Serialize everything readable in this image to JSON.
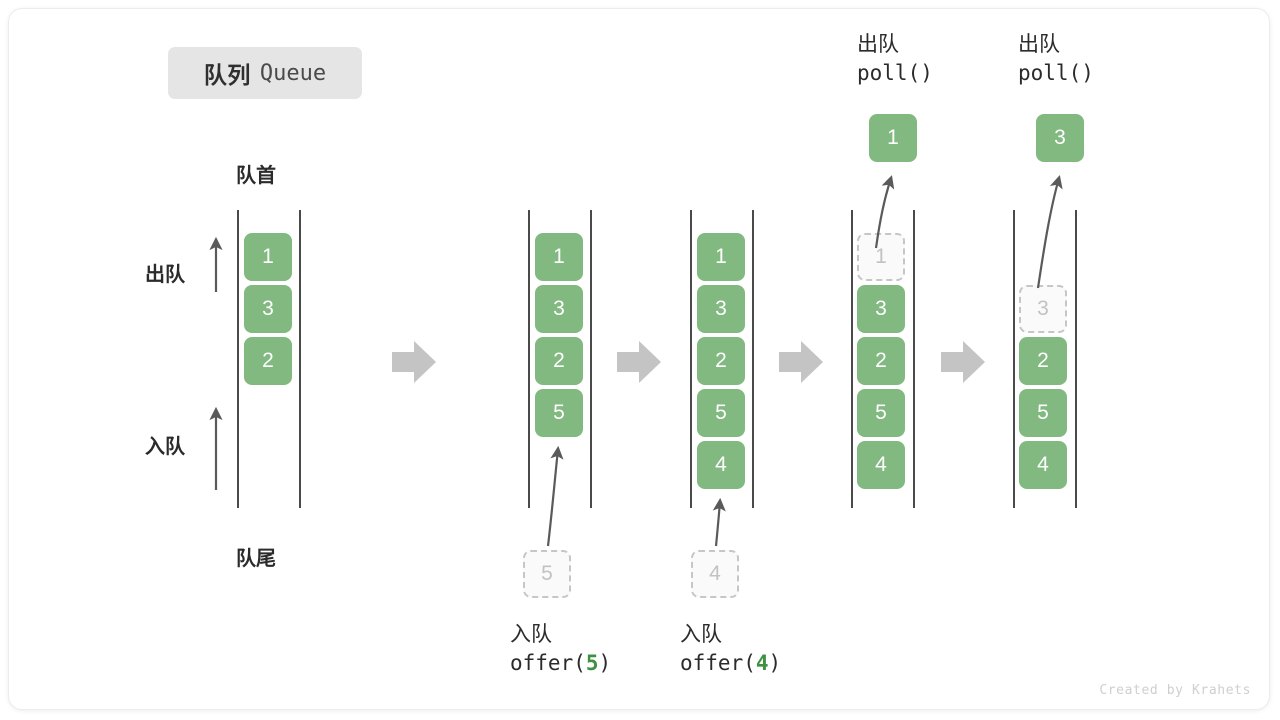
{
  "title": {
    "cn": "队列",
    "en": "Queue"
  },
  "captions": {
    "head": "队首",
    "tail": "队尾"
  },
  "side_labels": {
    "dequeue": "出队",
    "enqueue": "入队"
  },
  "credit": "Created by Krahets",
  "colors": {
    "cell_fill": "#81b981",
    "cell_text": "#ffffff",
    "ghost_fill": "#fafafa",
    "ghost_border": "#c6c6c6",
    "ghost_text": "#c2c2c2",
    "rail": "#4a4a4a",
    "arrow": "#5a5a5a",
    "step_arrow": "#c4c4c4",
    "badge_bg": "#e5e5e5",
    "accent_green": "#3f9142"
  },
  "columns": [
    {
      "id": "col-initial",
      "cells": [
        {
          "value": "1",
          "state": "filled"
        },
        {
          "value": "3",
          "state": "filled"
        },
        {
          "value": "2",
          "state": "filled"
        }
      ],
      "popped": null,
      "pop_label": null,
      "pushed": null,
      "push_label": null
    },
    {
      "id": "col-offer-5",
      "cells": [
        {
          "value": "1",
          "state": "filled"
        },
        {
          "value": "3",
          "state": "filled"
        },
        {
          "value": "2",
          "state": "filled"
        },
        {
          "value": "5",
          "state": "filled"
        }
      ],
      "popped": null,
      "pop_label": null,
      "pushed": {
        "value": "5"
      },
      "push_label": {
        "cn": "入队",
        "code_prefix": "offer(",
        "code_num": "5",
        "code_suffix": ")"
      }
    },
    {
      "id": "col-offer-4",
      "cells": [
        {
          "value": "1",
          "state": "filled"
        },
        {
          "value": "3",
          "state": "filled"
        },
        {
          "value": "2",
          "state": "filled"
        },
        {
          "value": "5",
          "state": "filled"
        },
        {
          "value": "4",
          "state": "filled"
        }
      ],
      "popped": null,
      "pop_label": null,
      "pushed": {
        "value": "4"
      },
      "push_label": {
        "cn": "入队",
        "code_prefix": "offer(",
        "code_num": "4",
        "code_suffix": ")"
      }
    },
    {
      "id": "col-poll-1",
      "cells": [
        {
          "value": "1",
          "state": "ghost"
        },
        {
          "value": "3",
          "state": "filled"
        },
        {
          "value": "2",
          "state": "filled"
        },
        {
          "value": "5",
          "state": "filled"
        },
        {
          "value": "4",
          "state": "filled"
        }
      ],
      "popped": {
        "value": "1"
      },
      "pop_label": {
        "cn": "出队",
        "code": "poll()"
      },
      "pushed": null,
      "push_label": null
    },
    {
      "id": "col-poll-3",
      "cells": [
        {
          "value": "",
          "state": "empty"
        },
        {
          "value": "3",
          "state": "ghost"
        },
        {
          "value": "2",
          "state": "filled"
        },
        {
          "value": "5",
          "state": "filled"
        },
        {
          "value": "4",
          "state": "filled"
        }
      ],
      "popped": {
        "value": "3"
      },
      "pop_label": {
        "cn": "出队",
        "code": "poll()"
      },
      "pushed": null,
      "push_label": null
    }
  ]
}
